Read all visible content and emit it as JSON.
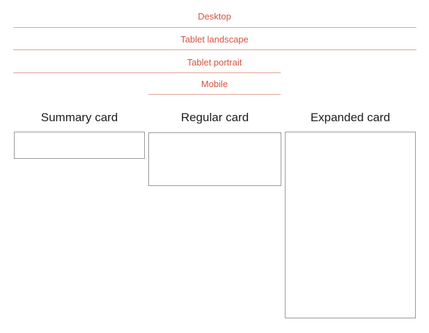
{
  "colors": {
    "accent_text": "#d9513e",
    "breakpoint_line": "#e2a294",
    "card_border": "#999999",
    "card_title_text": "#1c1c1c",
    "background": "#ffffff"
  },
  "breakpoints": [
    {
      "label": "Desktop",
      "line_span": "full-width"
    },
    {
      "label": "Tablet landscape",
      "line_span": "full-width"
    },
    {
      "label": "Tablet portrait",
      "line_span": "left-edge-to-center-column-right"
    },
    {
      "label": "Mobile",
      "line_span": "center-column-only"
    }
  ],
  "cards": [
    {
      "title": "Summary card",
      "relative_size": "small-short"
    },
    {
      "title": "Regular card",
      "relative_size": "medium"
    },
    {
      "title": "Expanded card",
      "relative_size": "tall"
    }
  ]
}
